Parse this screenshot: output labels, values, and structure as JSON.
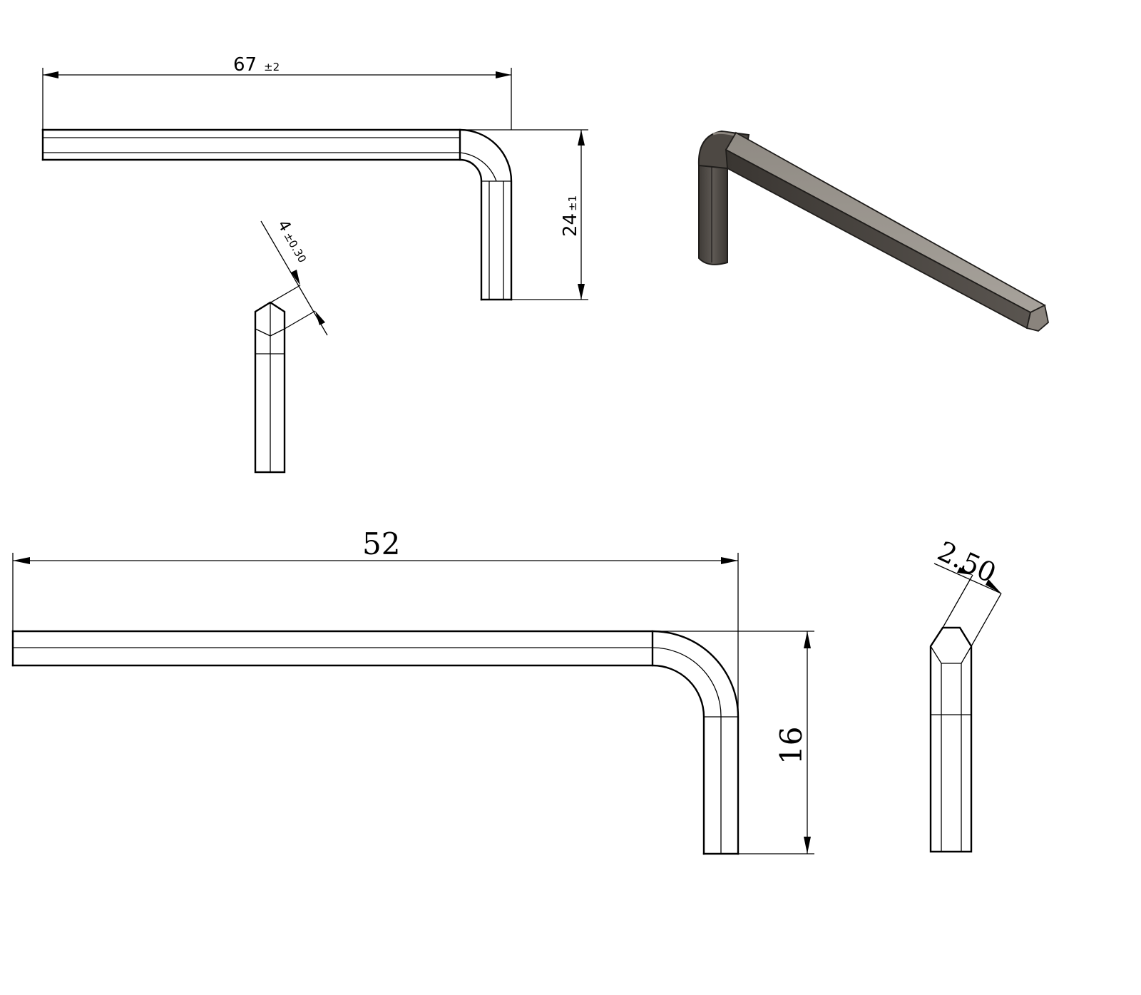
{
  "colors": {
    "line": "#000000",
    "background": "#ffffff",
    "render_dark": "#3d3935",
    "render_mid": "#6b6660",
    "render_light": "#9a948d"
  },
  "views": {
    "top_front": {
      "length_value": "67",
      "length_tol": "±2",
      "height_value": "24",
      "height_tol": "±1"
    },
    "top_end": {
      "size_value": "4",
      "size_tol": "±0.30"
    },
    "bottom_front": {
      "length_value": "52",
      "height_value": "16"
    },
    "bottom_end": {
      "size_value": "2.50"
    }
  },
  "icons": {
    "render": "hex-key-3d-render"
  }
}
